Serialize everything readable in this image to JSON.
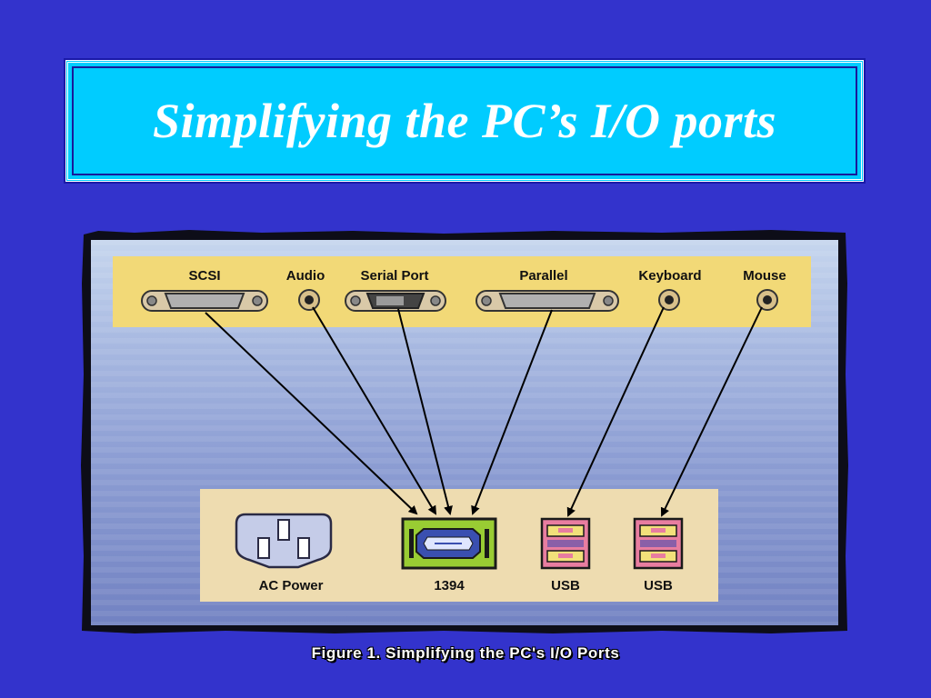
{
  "slide": {
    "title": "Simplifying the PC’s I/O ports",
    "caption": "Figure 1. Simplifying the PC's I/O Ports"
  },
  "diagram": {
    "legacy_ports": [
      {
        "name": "scsi",
        "label": "SCSI",
        "icon": "db25-connector-icon"
      },
      {
        "name": "audio",
        "label": "Audio",
        "icon": "audio-jack-icon"
      },
      {
        "name": "serial-port",
        "label": "Serial Port",
        "icon": "db9-connector-icon"
      },
      {
        "name": "parallel",
        "label": "Parallel",
        "icon": "db25-connector-icon"
      },
      {
        "name": "keyboard",
        "label": "Keyboard",
        "icon": "ps2-jack-icon"
      },
      {
        "name": "mouse",
        "label": "Mouse",
        "icon": "ps2-jack-icon"
      }
    ],
    "new_ports": [
      {
        "name": "ac-power",
        "label": "AC Power",
        "icon": "power-socket-icon"
      },
      {
        "name": "1394",
        "label": "1394",
        "icon": "firewire-port-icon"
      },
      {
        "name": "usb-1",
        "label": "USB",
        "icon": "usb-port-icon"
      },
      {
        "name": "usb-2",
        "label": "USB",
        "icon": "usb-port-icon"
      }
    ],
    "connections": [
      {
        "from": "SCSI",
        "to": "1394"
      },
      {
        "from": "Audio",
        "to": "1394"
      },
      {
        "from": "Serial Port",
        "to": "1394"
      },
      {
        "from": "Parallel",
        "to": "1394"
      },
      {
        "from": "Keyboard",
        "to": "USB"
      },
      {
        "from": "Mouse",
        "to": "USB"
      }
    ],
    "colors": {
      "slide_background": "#3333cc",
      "title_box": "#00ccff",
      "legacy_band": "#f2d977",
      "new_port_panel": "#eedcb0",
      "firewire_port": "#99cc33",
      "usb_port": "#e87da0"
    }
  }
}
